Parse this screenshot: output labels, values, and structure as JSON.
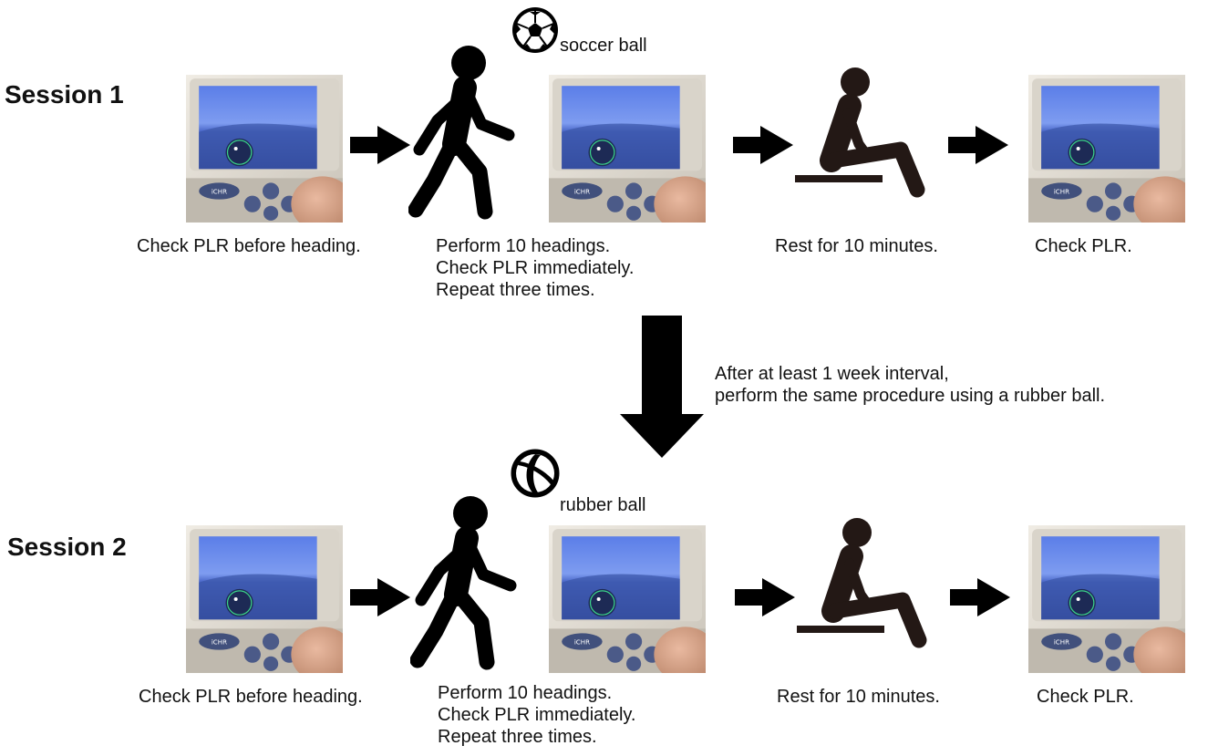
{
  "sessions": [
    {
      "label": "Session 1",
      "ball_label": "soccer ball",
      "ball_icon": "soccer-ball-icon",
      "captions": {
        "check_before": "Check PLR before heading.",
        "perform": [
          "Perform 10 headings.",
          "Check PLR immediately.",
          "Repeat three times."
        ],
        "rest": "Rest for 10 minutes.",
        "check_after": "Check PLR."
      }
    },
    {
      "label": "Session 2",
      "ball_label": "rubber ball",
      "ball_icon": "beach-ball-icon",
      "captions": {
        "check_before": "Check PLR before heading.",
        "perform": [
          "Perform 10 headings.",
          "Check PLR immediately.",
          "Repeat three times."
        ],
        "rest": "Rest for 10 minutes.",
        "check_after": "Check PLR."
      }
    }
  ],
  "interval_note": [
    "After at least 1 week interval,",
    "perform the same procedure using a rubber ball."
  ],
  "icons": [
    "pupillometer-device-icon",
    "walking-person-icon",
    "sitting-person-icon",
    "arrow-right-icon",
    "arrow-down-icon"
  ],
  "colors": {
    "device_screen": "#6f8fe8",
    "device_body": "#e7e2d8",
    "iris": "#1d2a55",
    "figure": "#000000",
    "sitting_figure": "#231815"
  }
}
